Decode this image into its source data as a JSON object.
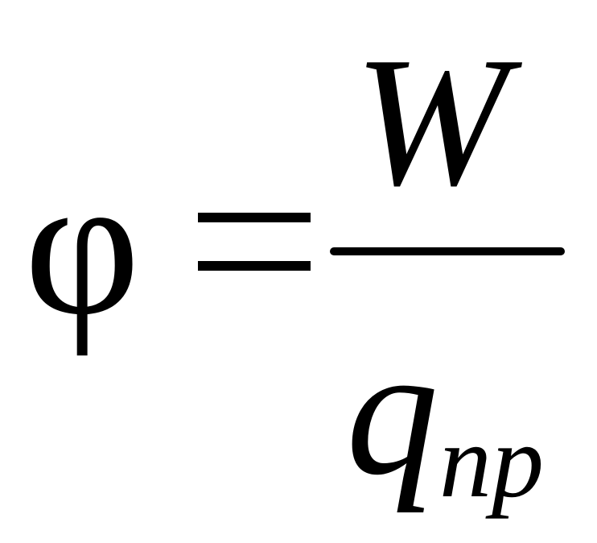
{
  "formula": {
    "lhs": "φ",
    "numerator": "W",
    "denominator": "q",
    "denominator_subscript": "np"
  }
}
